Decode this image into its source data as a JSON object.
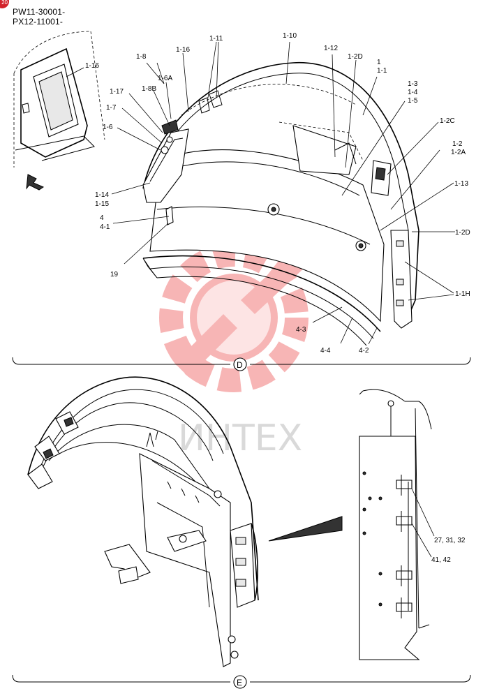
{
  "header": {
    "badge": "20",
    "serials": [
      "PW11-30001-",
      "PX12-11001-"
    ]
  },
  "watermark": {
    "text": "ИНТЕХ",
    "color": "#f6a9a9"
  },
  "section_d": {
    "marker": "D",
    "callouts": [
      {
        "id": "c-1-16-inset",
        "text": "1-16"
      },
      {
        "id": "c-1-8",
        "text": "1-8"
      },
      {
        "id": "c-1-16",
        "text": "1-16"
      },
      {
        "id": "c-1-11",
        "text": "1-11"
      },
      {
        "id": "c-1-10",
        "text": "1-10"
      },
      {
        "id": "c-1-12",
        "text": "1-12"
      },
      {
        "id": "c-1-2d-top",
        "text": "1-2D"
      },
      {
        "id": "c-1",
        "text": "1"
      },
      {
        "id": "c-1-1",
        "text": "1-1"
      },
      {
        "id": "c-1-6a",
        "text": "1-6A"
      },
      {
        "id": "c-1-8b",
        "text": "1-8B"
      },
      {
        "id": "c-1-17",
        "text": "1-17"
      },
      {
        "id": "c-1-3",
        "text": "1-3"
      },
      {
        "id": "c-1-4",
        "text": "1-4"
      },
      {
        "id": "c-1-5",
        "text": "1-5"
      },
      {
        "id": "c-1-7",
        "text": "1-7"
      },
      {
        "id": "c-1-2c",
        "text": "1-2C"
      },
      {
        "id": "c-1-6",
        "text": "1-6"
      },
      {
        "id": "c-1-2",
        "text": "1-2"
      },
      {
        "id": "c-1-2a",
        "text": "1-2A"
      },
      {
        "id": "c-1-13",
        "text": "1-13"
      },
      {
        "id": "c-1-14",
        "text": "1-14"
      },
      {
        "id": "c-1-15",
        "text": "1-15"
      },
      {
        "id": "c-4",
        "text": "4"
      },
      {
        "id": "c-4-1",
        "text": "4-1"
      },
      {
        "id": "c-1-2d",
        "text": "1-2D"
      },
      {
        "id": "c-19",
        "text": "19"
      },
      {
        "id": "c-1-1h",
        "text": "1-1H"
      },
      {
        "id": "c-4-3",
        "text": "4-3"
      },
      {
        "id": "c-4-4",
        "text": "4-4"
      },
      {
        "id": "c-4-2",
        "text": "4-2"
      }
    ]
  },
  "section_e": {
    "marker": "E",
    "callouts": [
      {
        "id": "c-27-31-32",
        "text": "27, 31, 32"
      },
      {
        "id": "c-41-42",
        "text": "41, 42"
      }
    ]
  }
}
